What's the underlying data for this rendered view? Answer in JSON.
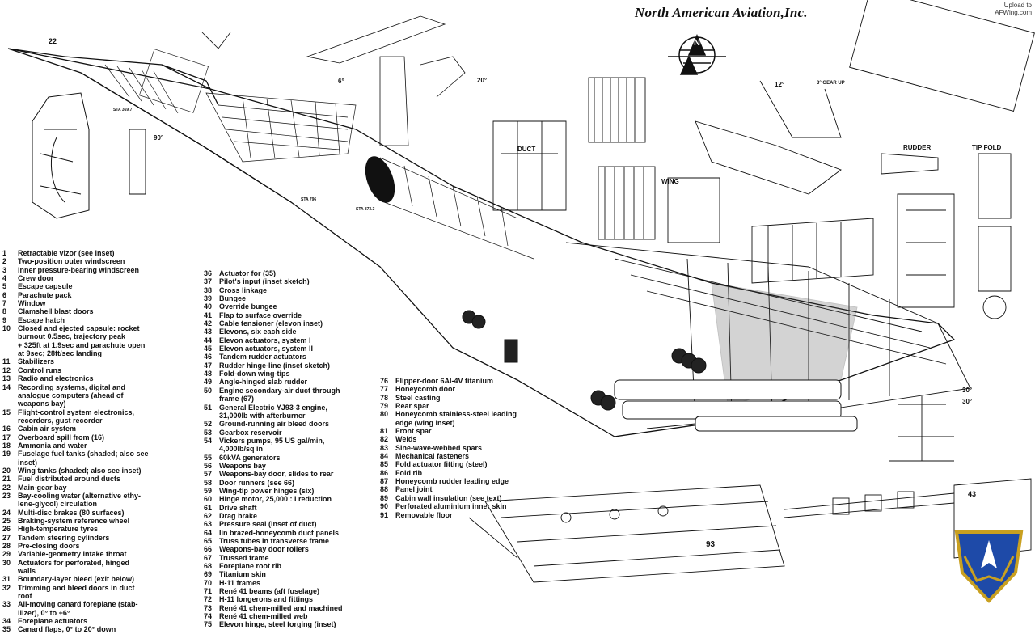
{
  "header": {
    "brand": "North American Aviation,Inc.",
    "upload_line1": "Upload to",
    "upload_line2": "AFWing.com",
    "logo_letters": [
      "N",
      "A",
      "A"
    ]
  },
  "callouts": {
    "duct": "DUCT",
    "wing": "WING",
    "rudder": "RUDDER",
    "tip_fold": "TIP FOLD",
    "angle_6": "6°",
    "angle_20": "20°",
    "angle_12": "12°",
    "angle_3": "3° GEAR UP",
    "angle_30a": "30°",
    "angle_30b": "30°",
    "angle_90": "90°",
    "sta_369": "STA 369.7",
    "sta_796": "STA 796",
    "sta_873": "STA 873.3",
    "num_22": "22",
    "num_43": "43",
    "num_93": "93"
  },
  "legend": {
    "column1": [
      {
        "n": "1",
        "t": "Retractable vizor (see inset)"
      },
      {
        "n": "2",
        "t": "Two-position outer windscreen"
      },
      {
        "n": "3",
        "t": "Inner pressure-bearing windscreen"
      },
      {
        "n": "4",
        "t": "Crew door"
      },
      {
        "n": "5",
        "t": "Escape capsule"
      },
      {
        "n": "6",
        "t": "Parachute pack"
      },
      {
        "n": "7",
        "t": "Window"
      },
      {
        "n": "8",
        "t": "Clamshell blast doors"
      },
      {
        "n": "9",
        "t": "Escape hatch"
      },
      {
        "n": "10",
        "t": "Closed and ejected capsule: rocket"
      },
      {
        "n": "",
        "t": "burnout 0.5sec, trajectory peak"
      },
      {
        "n": "",
        "t": "+ 325ft at 1.9sec and parachute open"
      },
      {
        "n": "",
        "t": "at 9sec; 28ft/sec landing"
      },
      {
        "n": "11",
        "t": "Stabilizers"
      },
      {
        "n": "12",
        "t": "Control runs"
      },
      {
        "n": "13",
        "t": "Radio and electronics"
      },
      {
        "n": "14",
        "t": "Recording systems, digital and"
      },
      {
        "n": "",
        "t": "analogue computers (ahead of"
      },
      {
        "n": "",
        "t": "weapons bay)"
      },
      {
        "n": "15",
        "t": "Flight-control system electronics,"
      },
      {
        "n": "",
        "t": "recorders, gust recorder"
      },
      {
        "n": "16",
        "t": "Cabin air system"
      },
      {
        "n": "17",
        "t": "Overboard spill from (16)"
      },
      {
        "n": "18",
        "t": "Ammonia and water"
      },
      {
        "n": "19",
        "t": "Fuselage fuel tanks (shaded; also see"
      },
      {
        "n": "",
        "t": "inset)"
      },
      {
        "n": "20",
        "t": "Wing tanks (shaded; also see inset)"
      },
      {
        "n": "21",
        "t": "Fuel distributed around ducts"
      },
      {
        "n": "22",
        "t": "Main-gear bay"
      },
      {
        "n": "23",
        "t": "Bay-cooling water (alternative ethy-"
      },
      {
        "n": "",
        "t": "lene-glycol) circulation"
      },
      {
        "n": "24",
        "t": "Multi-disc brakes (80 surfaces)"
      },
      {
        "n": "25",
        "t": "Braking-system reference wheel"
      },
      {
        "n": "26",
        "t": "High-temperature tyres"
      },
      {
        "n": "27",
        "t": "Tandem steering cylinders"
      },
      {
        "n": "28",
        "t": "Pre-closing doors"
      },
      {
        "n": "29",
        "t": "Variable-geometry intake throat"
      },
      {
        "n": "30",
        "t": "Actuators for perforated, hinged"
      },
      {
        "n": "",
        "t": "walls"
      },
      {
        "n": "31",
        "t": "Boundary-layer bleed (exit below)"
      },
      {
        "n": "32",
        "t": "Trimming and bleed doors in duct"
      },
      {
        "n": "",
        "t": "roof"
      },
      {
        "n": "33",
        "t": "All-moving canard foreplane (stab-"
      },
      {
        "n": "",
        "t": "ilizer), 0° to +6°"
      },
      {
        "n": "34",
        "t": "Foreplane actuators"
      },
      {
        "n": "35",
        "t": "Canard flaps, 0° to 20° down"
      }
    ],
    "column2": [
      {
        "n": "36",
        "t": "Actuator for (35)"
      },
      {
        "n": "37",
        "t": "Pilot's input (inset sketch)"
      },
      {
        "n": "38",
        "t": "Cross linkage"
      },
      {
        "n": "39",
        "t": "Bungee"
      },
      {
        "n": "40",
        "t": "Override bungee"
      },
      {
        "n": "41",
        "t": "Flap to surface override"
      },
      {
        "n": "42",
        "t": "Cable tensioner (elevon inset)"
      },
      {
        "n": "43",
        "t": "Elevons, six each side"
      },
      {
        "n": "44",
        "t": "Elevon actuators, system I"
      },
      {
        "n": "45",
        "t": "Elevon actuators, system II"
      },
      {
        "n": "46",
        "t": "Tandem rudder actuators"
      },
      {
        "n": "47",
        "t": "Rudder hinge-line (inset sketch)"
      },
      {
        "n": "48",
        "t": "Fold-down wing-tips"
      },
      {
        "n": "49",
        "t": "Angle-hinged slab rudder"
      },
      {
        "n": "50",
        "t": "Engine secondary-air duct through"
      },
      {
        "n": "",
        "t": "frame (67)"
      },
      {
        "n": "51",
        "t": "General Electric YJ93-3 engine,"
      },
      {
        "n": "",
        "t": "31,000lb with afterburner"
      },
      {
        "n": "52",
        "t": "Ground-running air bleed doors"
      },
      {
        "n": "53",
        "t": "Gearbox reservoir"
      },
      {
        "n": "54",
        "t": "Vickers pumps, 95 US gal/min,"
      },
      {
        "n": "",
        "t": "4,000lb/sq in"
      },
      {
        "n": "55",
        "t": "60kVA generators"
      },
      {
        "n": "56",
        "t": "Weapons bay"
      },
      {
        "n": "57",
        "t": "Weapons-bay door, slides to rear"
      },
      {
        "n": "58",
        "t": "Door runners (see 66)"
      },
      {
        "n": "59",
        "t": "Wing-tip power hinges (six)"
      },
      {
        "n": "60",
        "t": "Hinge motor, 25,000 : I reduction"
      },
      {
        "n": "61",
        "t": "Drive shaft"
      },
      {
        "n": "62",
        "t": "Drag brake"
      },
      {
        "n": "63",
        "t": "Pressure seal (inset of duct)"
      },
      {
        "n": "64",
        "t": "Iin brazed-honeycomb duct panels"
      },
      {
        "n": "65",
        "t": "Truss tubes in transverse frame"
      },
      {
        "n": "66",
        "t": "Weapons-bay door rollers"
      },
      {
        "n": "67",
        "t": "Trussed frame"
      },
      {
        "n": "68",
        "t": "Foreplane root rib"
      },
      {
        "n": "69",
        "t": "Titanium skin"
      },
      {
        "n": "70",
        "t": "H-11 frames"
      },
      {
        "n": "71",
        "t": "René 41 beams (aft fuselage)"
      },
      {
        "n": "72",
        "t": "H-11 longerons and fittings"
      },
      {
        "n": "73",
        "t": "René 41 chem-milled and machined"
      },
      {
        "n": "74",
        "t": "René 41 chem-milled web"
      },
      {
        "n": "75",
        "t": "Elevon hinge, steel forging (inset)"
      }
    ],
    "column3": [
      {
        "n": "76",
        "t": "Flipper-door 6Al-4V titanium"
      },
      {
        "n": "77",
        "t": "Honeycomb door"
      },
      {
        "n": "78",
        "t": "Steel casting"
      },
      {
        "n": "79",
        "t": "Rear spar"
      },
      {
        "n": "80",
        "t": "Honeycomb stainless-steel leading"
      },
      {
        "n": "",
        "t": "edge (wing inset)"
      },
      {
        "n": "81",
        "t": "Front spar"
      },
      {
        "n": "82",
        "t": "Welds"
      },
      {
        "n": "83",
        "t": "Sine-wave-webbed spars"
      },
      {
        "n": "84",
        "t": "Mechanical fasteners"
      },
      {
        "n": "85",
        "t": "Fold actuator fitting (steel)"
      },
      {
        "n": "86",
        "t": "Fold rib"
      },
      {
        "n": "87",
        "t": "Honeycomb rudder leading edge"
      },
      {
        "n": "88",
        "t": "Panel joint"
      },
      {
        "n": "89",
        "t": "Cabin wall insulation (see text)"
      },
      {
        "n": "90",
        "t": "Perforated aluminium inner skin"
      },
      {
        "n": "91",
        "t": "Removable floor"
      }
    ]
  }
}
